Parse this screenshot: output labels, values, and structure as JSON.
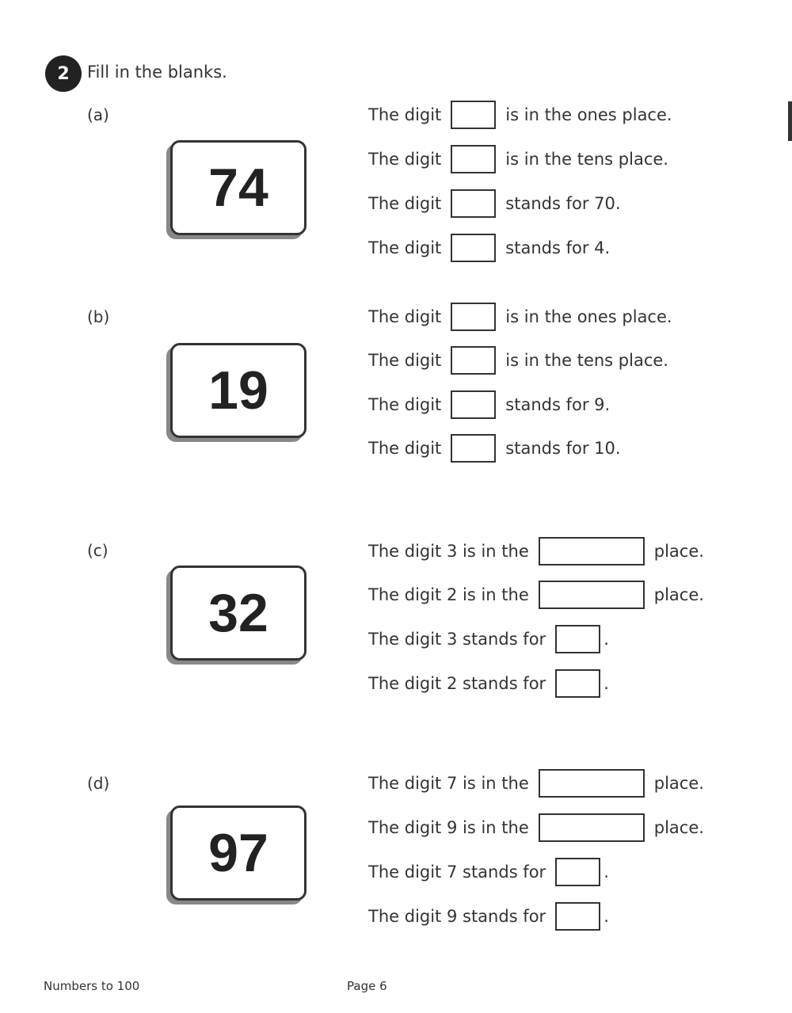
{
  "question": {
    "number": "2",
    "instruction": "Fill in the blanks."
  },
  "parts": [
    {
      "label": "(a)",
      "number": "74",
      "rows": [
        {
          "before": "The digit",
          "after": "is in the ones place."
        },
        {
          "before": "The digit",
          "after": "is in the tens place."
        },
        {
          "before": "The digit",
          "after": "stands for 70."
        },
        {
          "before": "The digit",
          "after": "stands for 4."
        }
      ]
    },
    {
      "label": "(b)",
      "number": "19",
      "rows": [
        {
          "before": "The digit",
          "after": "is in the ones place."
        },
        {
          "before": "The digit",
          "after": "is in the tens place."
        },
        {
          "before": "The digit",
          "after": "stands for 9."
        },
        {
          "before": "The digit",
          "after": "stands for 10."
        }
      ]
    },
    {
      "label": "(c)",
      "number": "32",
      "rows": [
        {
          "before": "The digit 3 is in the",
          "after": "place."
        },
        {
          "before": "The digit 2 is in the",
          "after": "place."
        },
        {
          "before": "The digit 3 stands for",
          "after": "."
        },
        {
          "before": "The digit 2 stands for",
          "after": "."
        }
      ]
    },
    {
      "label": "(d)",
      "number": "97",
      "rows": [
        {
          "before": "The digit 7 is in the",
          "after": "place."
        },
        {
          "before": "The digit 9 is in the",
          "after": "place."
        },
        {
          "before": "The digit 7 stands for",
          "after": "."
        },
        {
          "before": "The digit 9 stands for",
          "after": "."
        }
      ]
    }
  ],
  "footer": {
    "left": "Numbers to 100",
    "center": "Page 6"
  }
}
